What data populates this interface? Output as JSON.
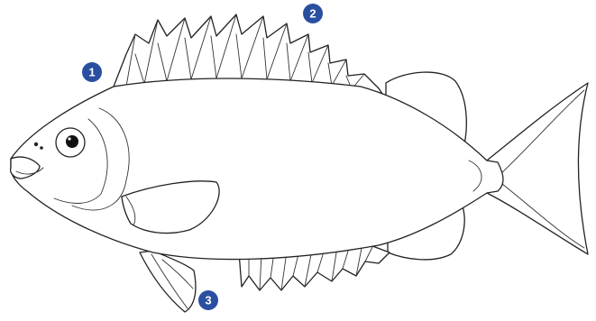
{
  "colors": {
    "badge": "#2a4fa0",
    "outline": "#222222",
    "background": "#ffffff"
  },
  "markers": [
    {
      "label": "1",
      "name": "marker-1"
    },
    {
      "label": "2",
      "name": "marker-2"
    },
    {
      "label": "3",
      "name": "marker-3"
    }
  ]
}
